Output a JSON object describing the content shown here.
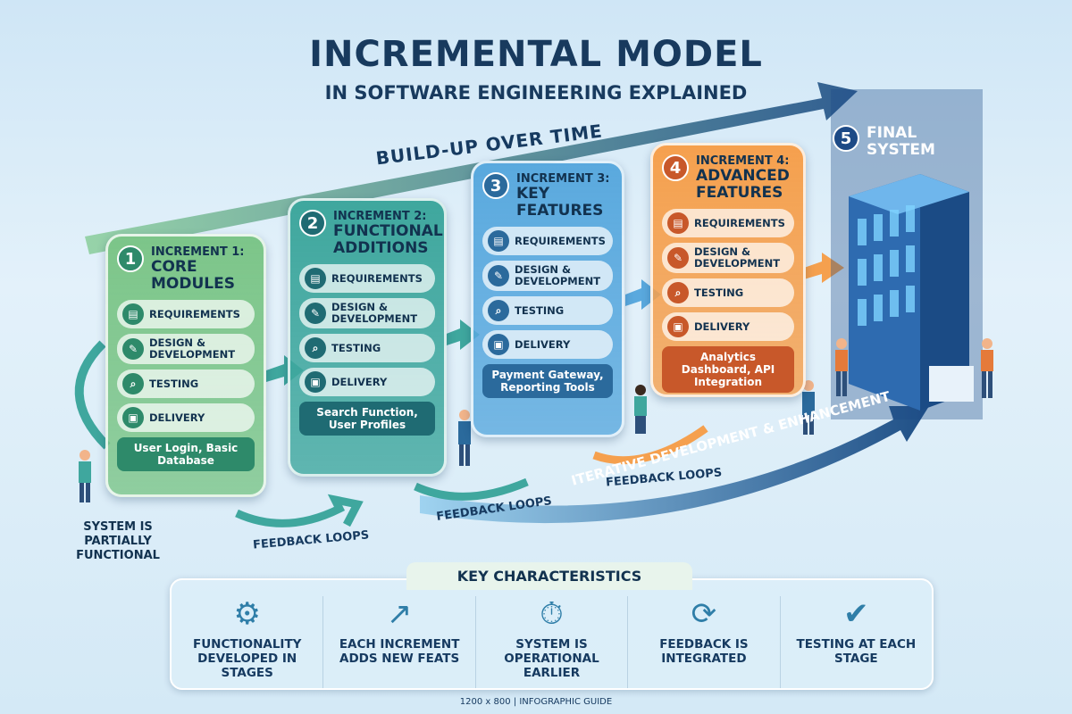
{
  "header": {
    "title": "INCREMENTAL MODEL",
    "subtitle": "IN SOFTWARE ENGINEERING EXPLAINED"
  },
  "timeline_label": "BUILD-UP OVER TIME",
  "increments": [
    {
      "number": "1",
      "label": "INCREMENT 1:",
      "name": "CORE MODULES",
      "color": "#7cc589",
      "dark": "#2e8a6a",
      "caption": "User Login, Basic Database",
      "steps": [
        "REQUIREMENTS",
        "DESIGN & DEVELOPMENT",
        "TESTING",
        "DELIVERY"
      ]
    },
    {
      "number": "2",
      "label": "INCREMENT 2:",
      "name": "FUNCTIONAL ADDITIONS",
      "color": "#3fa79e",
      "dark": "#1f6b73",
      "caption": "Search Function, User Profiles",
      "steps": [
        "REQUIREMENTS",
        "DESIGN & DEVELOPMENT",
        "TESTING",
        "DELIVERY"
      ]
    },
    {
      "number": "3",
      "label": "INCREMENT 3:",
      "name": "KEY FEATURES",
      "color": "#5aa9de",
      "dark": "#2b6a9c",
      "caption": "Payment Gateway, Reporting Tools",
      "steps": [
        "REQUIREMENTS",
        "DESIGN & DEVELOPMENT",
        "TESTING",
        "DELIVERY"
      ]
    },
    {
      "number": "4",
      "label": "INCREMENT 4:",
      "name": "ADVANCED FEATURES",
      "color": "#f5a04e",
      "dark": "#c8582a",
      "caption": "Analytics Dashboard, API Integration",
      "steps": [
        "REQUIREMENTS",
        "DESIGN & DEVELOPMENT",
        "TESTING",
        "DELIVERY"
      ]
    }
  ],
  "final": {
    "number": "5",
    "name": "FINAL SYSTEM"
  },
  "partial_note": "SYSTEM IS PARTIALLY FUNCTIONAL",
  "feedback_label": "FEEDBACK LOOPS",
  "iterative_label": "ITERATIVE DEVELOPMENT & ENHANCEMENT",
  "key_characteristics": {
    "title": "KEY CHARACTERISTICS",
    "items": [
      {
        "icon": "gears-icon",
        "label": "FUNCTIONALITY DEVELOPED IN STAGES"
      },
      {
        "icon": "trend-arrow-icon",
        "label": "EACH INCREMENT ADDS NEW FEATS"
      },
      {
        "icon": "stopwatch-icon",
        "label": "SYSTEM IS OPERATIONAL EARLIER"
      },
      {
        "icon": "feedback-cycle-icon",
        "label": "FEEDBACK IS INTEGRATED"
      },
      {
        "icon": "user-check-icon",
        "label": "TESTING AT EACH STAGE"
      }
    ]
  },
  "footer": "1200 x 800 | INFOGRAPHIC GUIDE"
}
